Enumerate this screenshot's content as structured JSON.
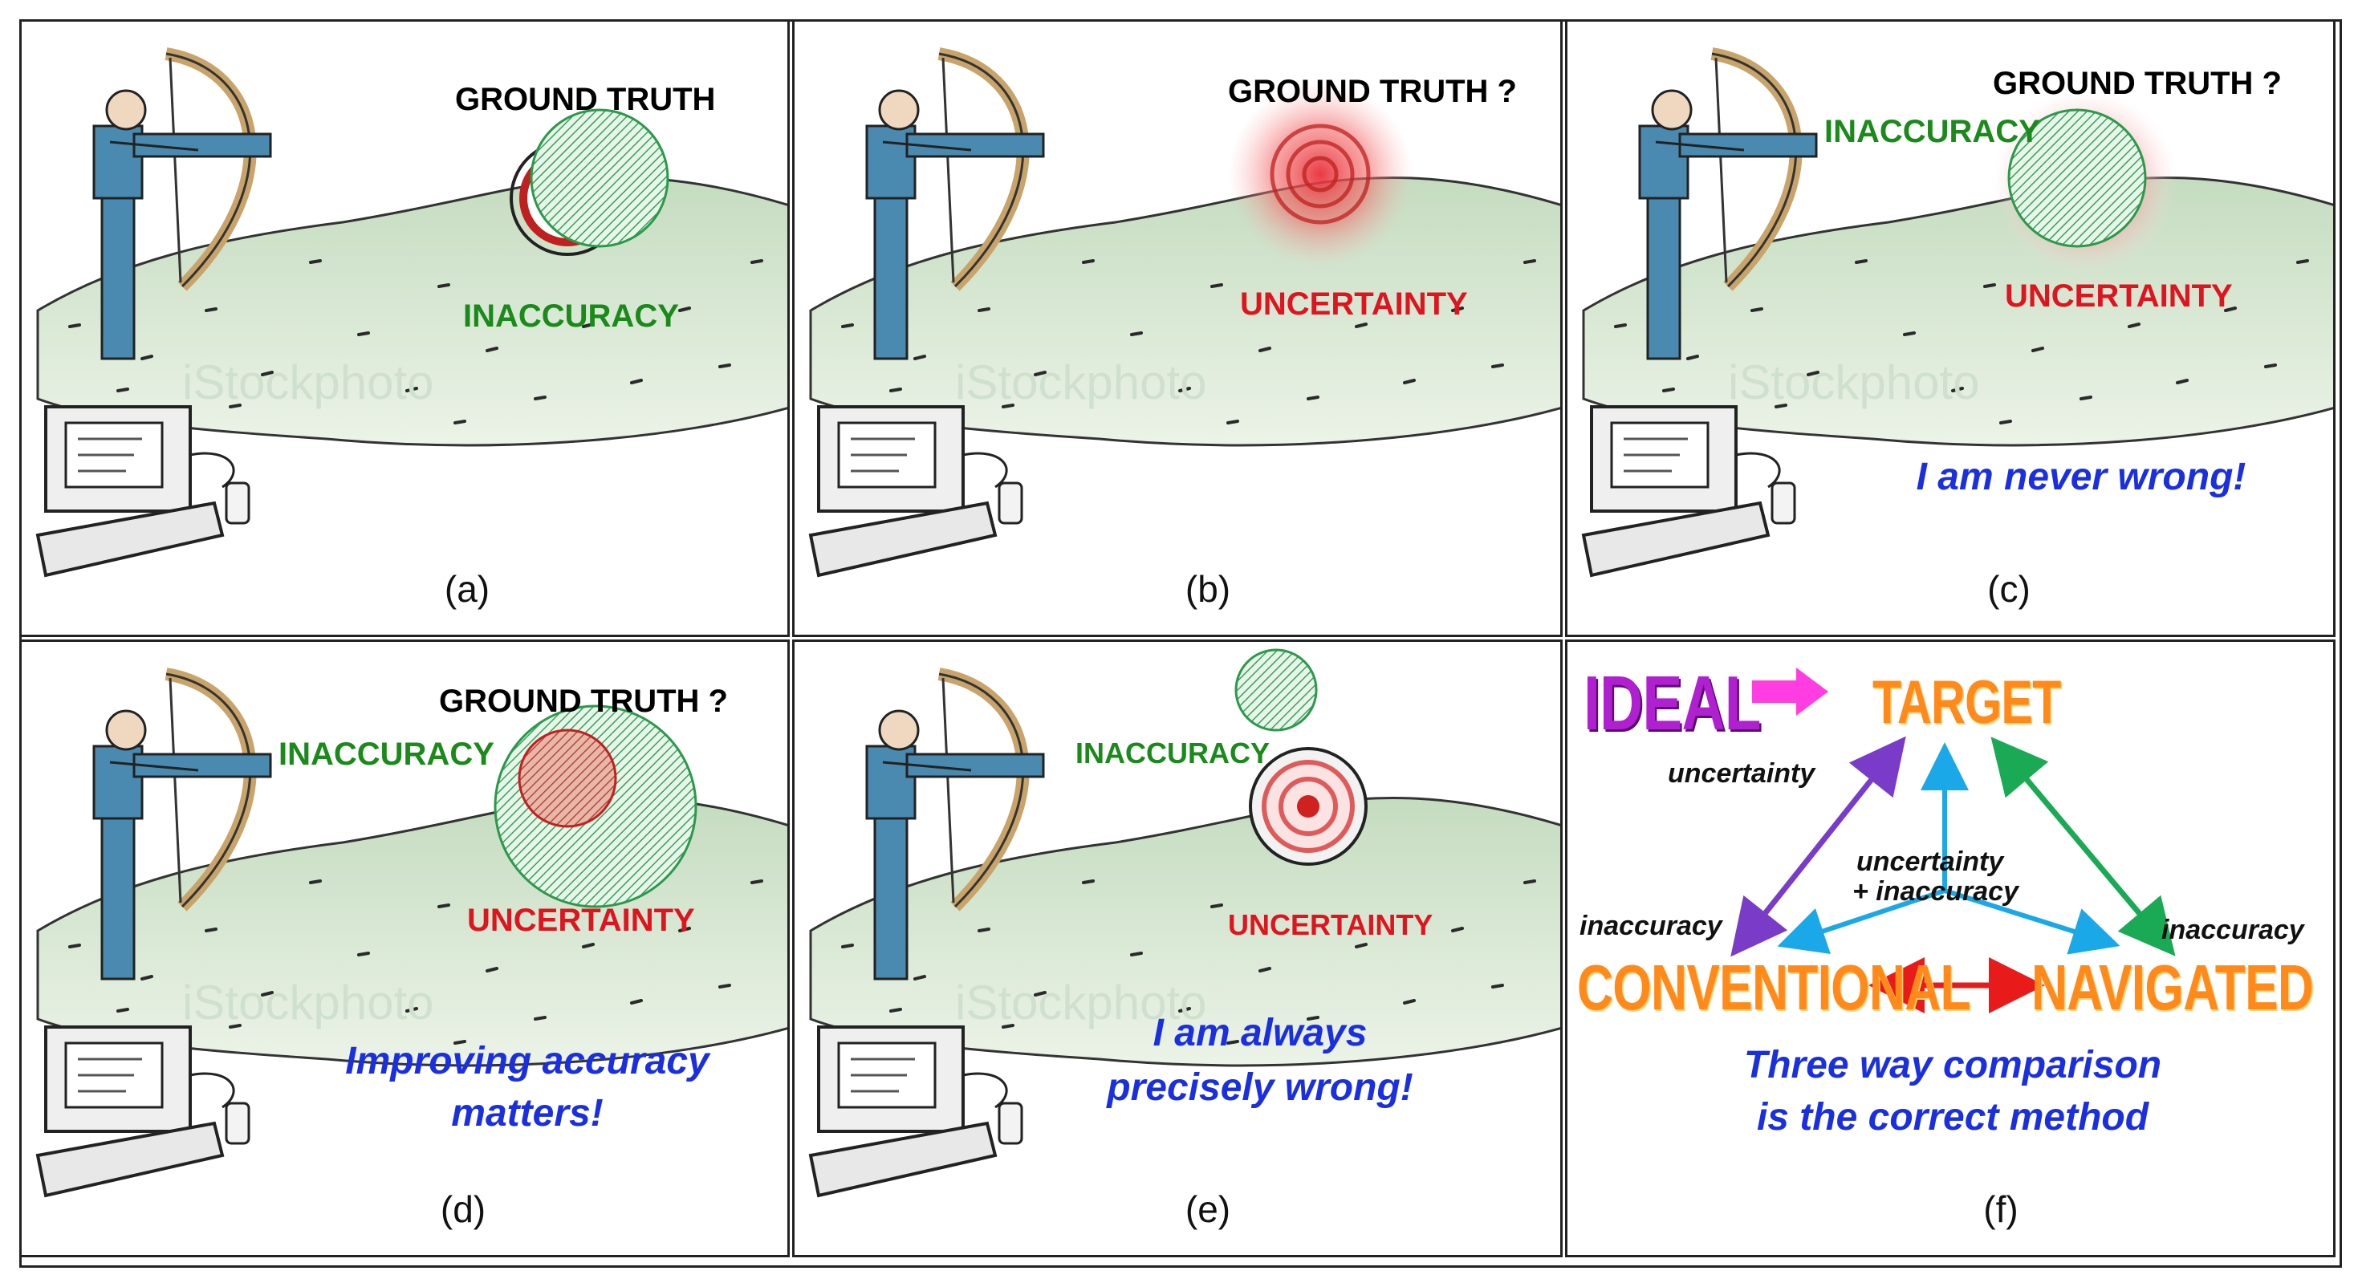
{
  "panels": {
    "a": {
      "caption": "(a)",
      "ground_truth": "GROUND TRUTH",
      "inaccuracy": "INACCURACY"
    },
    "b": {
      "caption": "(b)",
      "ground_truth": "GROUND TRUTH ?",
      "uncertainty": "UNCERTAINTY"
    },
    "c": {
      "caption": "(c)",
      "ground_truth": "GROUND TRUTH ?",
      "inaccuracy": "INACCURACY",
      "uncertainty": "UNCERTAINTY",
      "quote": "I am never wrong!"
    },
    "d": {
      "caption": "(d)",
      "ground_truth": "GROUND TRUTH ?",
      "inaccuracy": "INACCURACY",
      "uncertainty": "UNCERTAINTY",
      "quote_line1": "Improving accuracy",
      "quote_line2": "matters!"
    },
    "e": {
      "caption": "(e)",
      "inaccuracy": "INACCURACY",
      "uncertainty": "UNCERTAINTY",
      "quote_line1": "I am always",
      "quote_line2": "precisely wrong!"
    },
    "f": {
      "caption": "(f)",
      "ideal": "IDEAL",
      "target": "TARGET",
      "conventional": "CONVENTIONAL",
      "navigated": "NAVIGATED",
      "uncertainty": "uncertainty",
      "inaccuracy_left": "inaccuracy",
      "inaccuracy_right": "inaccuracy",
      "center_line1": "uncertainty",
      "center_line2": "+ inaccuracy",
      "quote_line1": "Three way comparison",
      "quote_line2": "is the correct method"
    }
  },
  "watermark": "iStockphoto",
  "colors": {
    "inaccuracy": "#1a8a1a",
    "uncertainty": "#e0141e",
    "quote": "#1a2fe0",
    "ground_truth": "#000000",
    "ideal": "#b01fd0",
    "orange": "#ff8a1a",
    "arrow_pink": "#ff3de0",
    "arrow_purple": "#7a3cc8",
    "arrow_cyan": "#1aa8e8",
    "arrow_green": "#1aaa55",
    "arrow_red": "#e81a1a"
  }
}
